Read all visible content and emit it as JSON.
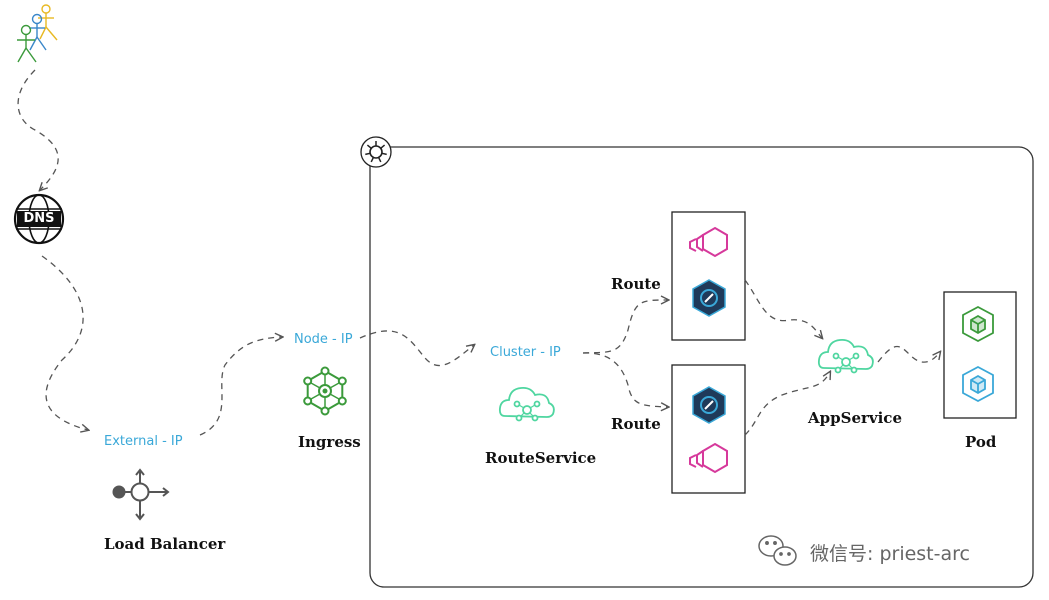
{
  "labels": {
    "dns": "DNS",
    "external_ip": "External - IP",
    "load_balancer": "Load Balancer",
    "node_ip": "Node - IP",
    "ingress": "Ingress",
    "cluster_ip": "Cluster - IP",
    "route_service": "RouteService",
    "route_top": "Route",
    "route_bottom": "Route",
    "app_service": "AppService",
    "pod": "Pod"
  },
  "watermark": "微信号: priest-arc",
  "icons": {
    "users": "users-icon",
    "dns": "dns-globe-icon",
    "load_balancer": "load-balancer-icon",
    "ingress": "ingress-hexagon-icon",
    "kubernetes": "kubernetes-helm-icon",
    "service": "cloud-service-icon",
    "envoy": "envoy-icon",
    "proxy": "proxy-badge-icon",
    "pod_container": "container-cube-icon",
    "wechat": "wechat-icon"
  },
  "colors": {
    "ip_label": "#3aa8d8",
    "ingress": "#3b9a3b",
    "service": "#4fd6a0",
    "envoy": "#d6399b",
    "proxy": "#1f3a5a",
    "pod_green": "#3b9a3b",
    "pod_blue": "#3aa8d8",
    "arrow": "#555555"
  }
}
